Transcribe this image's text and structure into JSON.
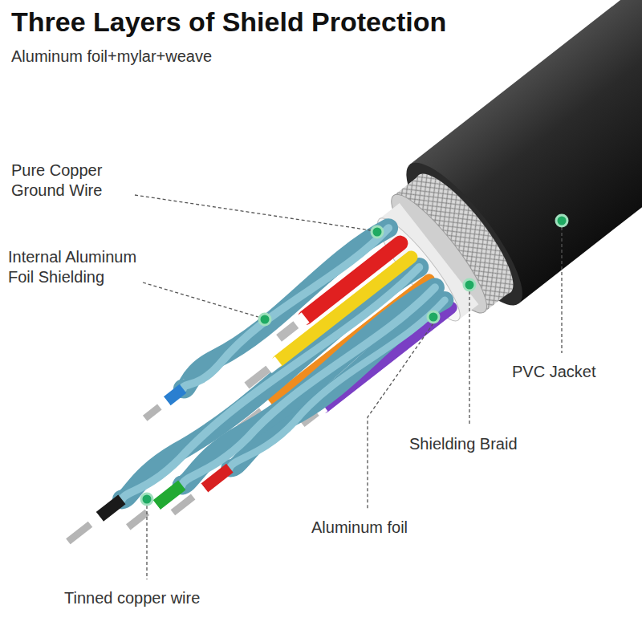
{
  "diagram": {
    "title": "Three Layers of Shield Protection",
    "labels": [
      "Aluminum foil+mylar+weave",
      "Pure Copper Ground Wire",
      "Internal Aluminum Foil Shielding",
      "PVC Jacket",
      "Shielding Braid",
      "Aluminum foil",
      "Tinned copper wire"
    ]
  }
}
